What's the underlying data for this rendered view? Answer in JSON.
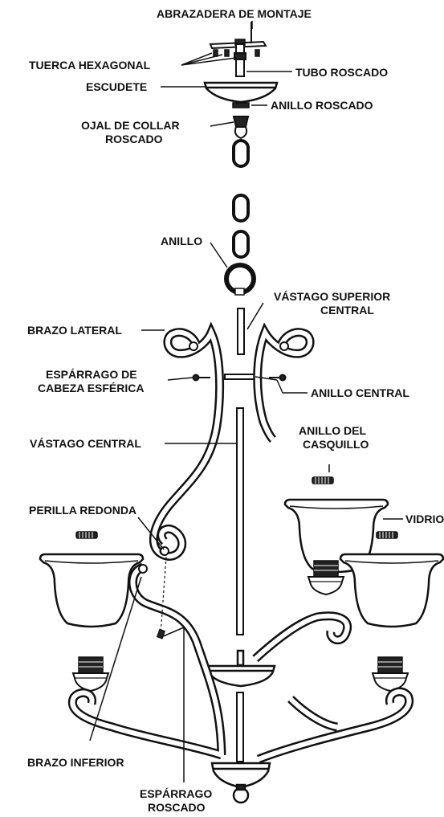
{
  "labels": {
    "abrazadera": "ABRAZADERA DE MONTAJE",
    "tuerca": "TUERCA HEXAGONAL",
    "tubo": "TUBO ROSCADO",
    "escudete": "ESCUDETE",
    "anillo_roscado": "ANILLO ROSCADO",
    "ojal_1": "OJAL DE COLLAR",
    "ojal_2": "ROSCADO",
    "anillo": "ANILLO",
    "vastago_sup_1": "VÁSTAGO SUPERIOR",
    "vastago_sup_2": "CENTRAL",
    "brazo_lateral": "BRAZO LATERAL",
    "esparrago_cab_1": "ESPÁRRAGO DE",
    "esparrago_cab_2": "CABEZA ESFÉRICA",
    "anillo_central": "ANILLO CENTRAL",
    "vastago_central": "VÁSTAGO CENTRAL",
    "anillo_casquillo_1": "ANILLO DEL",
    "anillo_casquillo_2": "CASQUILLO",
    "perilla": "PERILLA REDONDA",
    "vidrio": "VIDRIO",
    "brazo_inferior": "BRAZO INFERIOR",
    "esparrago_ros_1": "ESPÁRRAGO",
    "esparrago_ros_2": "ROSCADO"
  },
  "colors": {
    "line": "#111111",
    "fill": "#ffffff",
    "dark": "#222222"
  }
}
